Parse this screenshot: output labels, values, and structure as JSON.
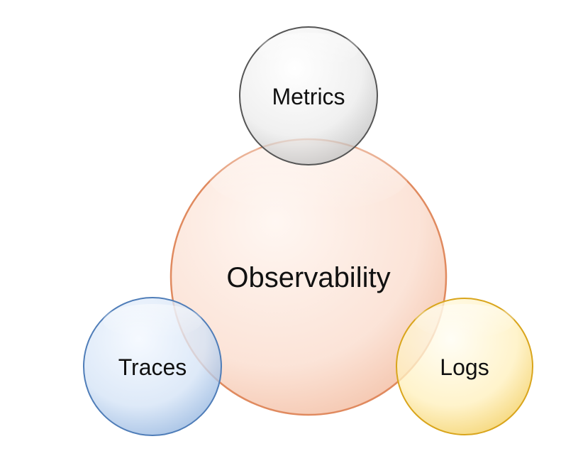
{
  "diagram": {
    "center": {
      "label": "Observability",
      "fill": "#fbe4d9",
      "stroke": "#e08a5f"
    },
    "satellites": [
      {
        "id": "metrics",
        "label": "Metrics",
        "fill": "#e3e3e3",
        "stroke": "#555555"
      },
      {
        "id": "traces",
        "label": "Traces",
        "fill": "#c6d7ee",
        "stroke": "#4f7db8"
      },
      {
        "id": "logs",
        "label": "Logs",
        "fill": "#fff1c2",
        "stroke": "#d9a51c"
      }
    ]
  }
}
